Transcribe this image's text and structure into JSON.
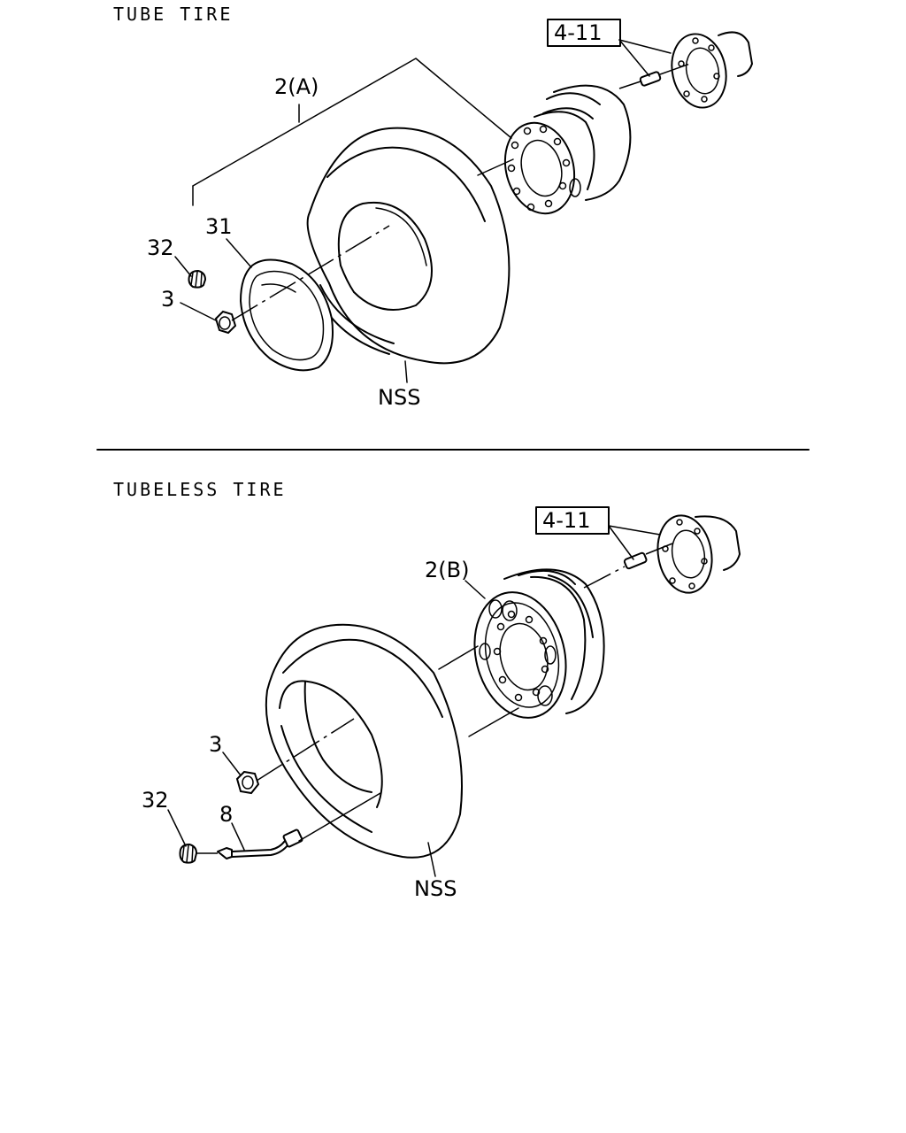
{
  "sections": {
    "tube": {
      "title": "TUBE  TIRE",
      "callouts": {
        "ref": "4-11",
        "wheel": "2(A)",
        "flap": "31",
        "cap": "32",
        "nut": "3",
        "tire": "NSS"
      }
    },
    "tubeless": {
      "title": "TUBELESS  TIRE",
      "callouts": {
        "ref": "4-11",
        "wheel": "2(B)",
        "nut": "3",
        "cap": "32",
        "valve": "8",
        "tire": "NSS"
      }
    }
  }
}
